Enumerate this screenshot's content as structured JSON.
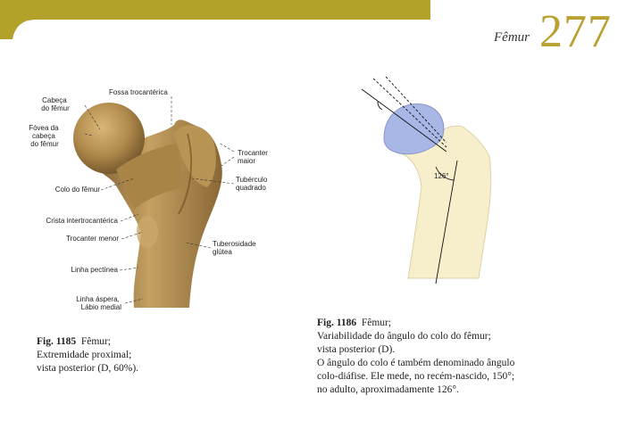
{
  "header": {
    "title": "Fêmur",
    "page_number": "277",
    "accent_color": "#b3a22a"
  },
  "fig1185": {
    "labels": {
      "cabeca": [
        "Cabeça",
        "do fêmur"
      ],
      "fovea": [
        "Fóvea da",
        "cabeça",
        "do fêmur"
      ],
      "colo": "Colo do fêmur",
      "crista": "Crista intertrocantérica",
      "trocanter_menor": "Trocanter menor",
      "linha_pectinea": "Linha pectínea",
      "linha_aspera": [
        "Linha áspera,",
        "Lábio medial"
      ],
      "fossa": "Fossa trocantérica",
      "trocanter_maior": [
        "Trocanter",
        "maior"
      ],
      "tuberculo": [
        "Tubérculo",
        "quadrado"
      ],
      "tuberosidade": [
        "Tuberosidade",
        "glútea"
      ]
    },
    "caption": {
      "number": "Fig. 1185",
      "title": "Fêmur;",
      "lines": [
        "Extremidade proximal;",
        "vista posterior (D, 60%)."
      ]
    }
  },
  "fig1186": {
    "angle_label": "126°",
    "caption": {
      "number": "Fig. 1186",
      "title": "Fêmur;",
      "lines": [
        "Variabilidade do ângulo do colo do fêmur;",
        "vista posterior (D).",
        "O ângulo do colo é também denominado ângulo",
        "colo-diáfise. Ele mede, no recém-nascido, 150°;",
        "no adulto, aproximadamente 126°."
      ]
    }
  }
}
